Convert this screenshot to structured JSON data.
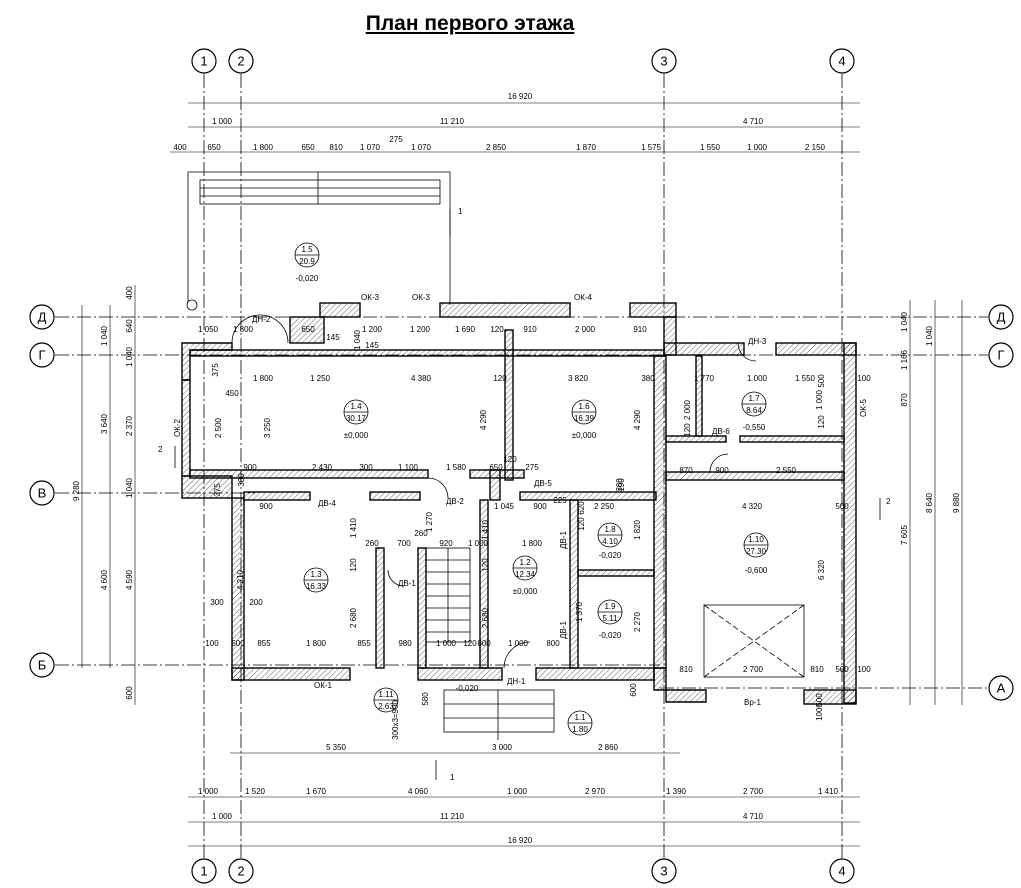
{
  "title": "План первого этажа",
  "axes": {
    "top_numbers": [
      "1",
      "2",
      "3",
      "4"
    ],
    "bottom_numbers": [
      "1",
      "2",
      "3",
      "4"
    ],
    "left_letters": [
      "Д",
      "Г",
      "В",
      "Б"
    ],
    "right_letters": [
      "Д",
      "Г",
      "А"
    ]
  },
  "dimensions": {
    "top_overall": "16 920",
    "top_axes": [
      "1 000",
      "11 210",
      "4 710"
    ],
    "top_detail": [
      "400",
      "650",
      "1 800",
      "650",
      "810",
      "1 070",
      "275",
      "1 070",
      "2 850",
      "1 870",
      "1 575",
      "1 550",
      "1 000",
      "2 150"
    ],
    "bottom_overall": "16 920",
    "bottom_axes": [
      "1 000",
      "11 210",
      "4 710"
    ],
    "bottom_detail": [
      "1 000",
      "1 520",
      "1 670",
      "4 060",
      "1 000",
      "2 970",
      "1 390",
      "2 700",
      "1 410"
    ],
    "bottom_porch": [
      "5 350",
      "3 000",
      "2 860"
    ],
    "left_overall": "9 280",
    "left_mid": [
      "1 040",
      "3 640",
      "4 600"
    ],
    "left_inner": [
      "400",
      "640",
      "1 040",
      "2 370",
      "1 040",
      "4 590",
      "600"
    ],
    "right_overall": "9 880",
    "right_mid": [
      "8 640"
    ],
    "right_inner": [
      "1 040",
      "1 040",
      "1 166",
      "870",
      "7 605"
    ]
  },
  "interior_dimensions": [
    "1 050",
    "1 800",
    "650",
    "145",
    "1 200",
    "1 200",
    "1 690",
    "120",
    "910",
    "2 000",
    "910",
    "145",
    "1 040",
    "375",
    "1 800",
    "1 250",
    "4 380",
    "120",
    "3 820",
    "380",
    "1 770",
    "1 000",
    "1 550",
    "500",
    "100",
    "450",
    "2 500",
    "3 250",
    "4 290",
    "4 290",
    "2 000",
    "1 000",
    "120",
    "120",
    "900",
    "2 430",
    "300",
    "1 100",
    "1 580",
    "650",
    "275",
    "120",
    "870",
    "900",
    "2 550",
    "375",
    "380",
    "900",
    "1 045",
    "900",
    "225",
    "2 250",
    "190",
    "380",
    "4 320",
    "500",
    "1 410",
    "1 270",
    "620",
    "120",
    "260",
    "700",
    "260",
    "920",
    "1 000",
    "1 410",
    "1 800",
    "1 820",
    "4 210",
    "120",
    "2 680",
    "120",
    "2 680",
    "6 320",
    "300",
    "200",
    "1 370",
    "2 270",
    "100",
    "500",
    "855",
    "1 800",
    "855",
    "980",
    "120",
    "1 000",
    "800",
    "1 000",
    "800",
    "810",
    "2 700",
    "810",
    "500",
    "100",
    "600",
    "500",
    "1000",
    "580",
    "300x3=900"
  ],
  "rooms": [
    {
      "num": "1.1",
      "area": "1.80"
    },
    {
      "num": "1.2",
      "area": "12.34",
      "level": "±0,000"
    },
    {
      "num": "1.3",
      "area": "16.33"
    },
    {
      "num": "1.4",
      "area": "30.17",
      "level": "±0,000"
    },
    {
      "num": "1.5",
      "area": "20.9",
      "level": "-0,020"
    },
    {
      "num": "1.6",
      "area": "16.39",
      "level": "±0,000"
    },
    {
      "num": "1.7",
      "area": "8.64",
      "level": "-0,550"
    },
    {
      "num": "1.8",
      "area": "4.10",
      "level": "-0,020"
    },
    {
      "num": "1.9",
      "area": "5.11",
      "level": "-0,020"
    },
    {
      "num": "1.10",
      "area": "27.30",
      "level": "-0,600"
    },
    {
      "num": "1.11",
      "area": "2.63"
    }
  ],
  "openings": {
    "windows": [
      "ОК-1",
      "ОК-2",
      "ОК-3",
      "ОК-3",
      "ОК-4",
      "ОК-5"
    ],
    "doors_ext": [
      "ДН-1",
      "ДН-2",
      "ДН-3"
    ],
    "doors_int": [
      "ДВ-1",
      "ДВ-1",
      "ДВ-1",
      "ДВ-2",
      "ДВ-4",
      "ДВ-5",
      "ДВ-6"
    ],
    "gate": "Вр-1"
  },
  "sections": [
    "1",
    "2",
    "2",
    "1"
  ],
  "entrance_level": "-0,020",
  "colors": {
    "ink": "#000000",
    "paper": "#ffffff"
  }
}
